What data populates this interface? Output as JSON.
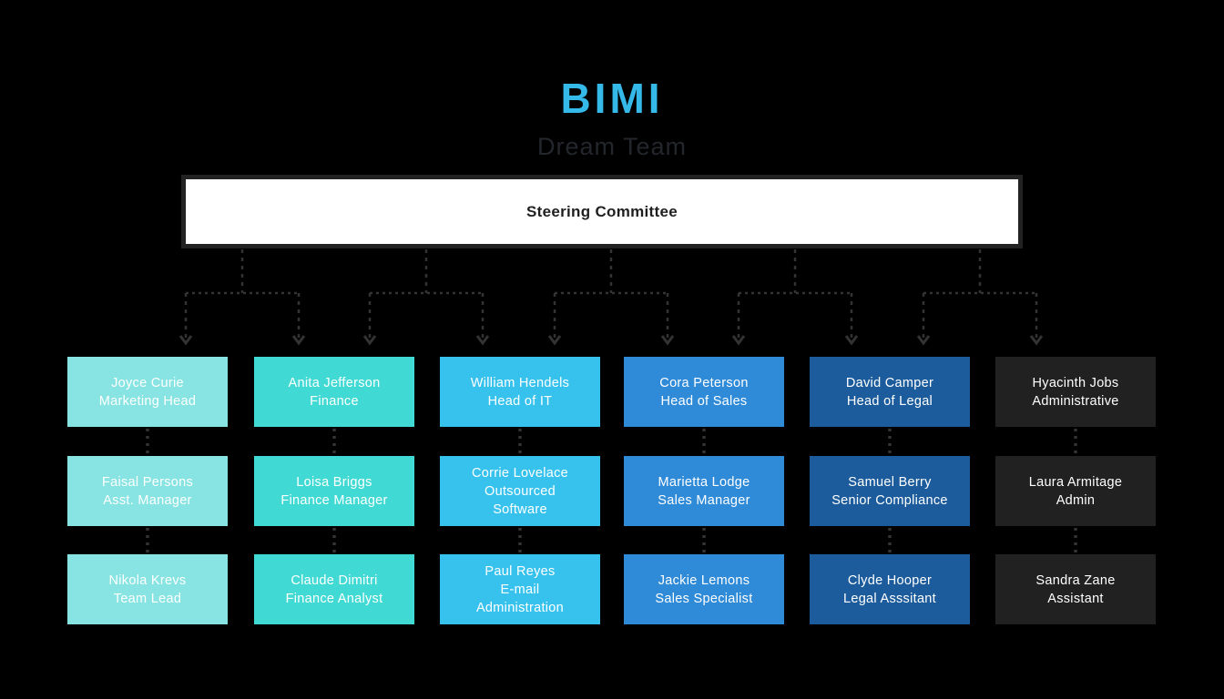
{
  "title": {
    "brand": "BIMI",
    "subtitle": "Dream Team"
  },
  "root": {
    "label": "Steering Committee"
  },
  "colors": {
    "background": "#000000",
    "brand_accent": "#35b9e9",
    "subtitle": "#23262c",
    "root_fill": "#ffffff",
    "root_border": "#222222",
    "root_text": "#1f1f1f",
    "connector": "#333333",
    "member_text": "#ffffff"
  },
  "columns": [
    {
      "department": "marketing",
      "color": "#87e4e2",
      "members": [
        {
          "name": "Joyce Curie",
          "role": "Marketing Head"
        },
        {
          "name": "Faisal Persons",
          "role": "Asst. Manager"
        },
        {
          "name": "Nikola Krevs",
          "role": "Team Lead"
        }
      ]
    },
    {
      "department": "finance",
      "color": "#40d9d4",
      "members": [
        {
          "name": "Anita Jefferson",
          "role": "Finance"
        },
        {
          "name": "Loisa Briggs",
          "role": "Finance Manager"
        },
        {
          "name": "Claude Dimitri",
          "role": "Finance Analyst"
        }
      ]
    },
    {
      "department": "it",
      "color": "#37c2ee",
      "members": [
        {
          "name": "William Hendels",
          "role": "Head of IT"
        },
        {
          "name": "Corrie Lovelace",
          "role": "Outsourced\nSoftware"
        },
        {
          "name": "Paul Reyes",
          "role": "E-mail\nAdministration"
        }
      ]
    },
    {
      "department": "sales",
      "color": "#2f8ad8",
      "members": [
        {
          "name": "Cora Peterson",
          "role": "Head of Sales"
        },
        {
          "name": "Marietta Lodge",
          "role": "Sales Manager"
        },
        {
          "name": "Jackie Lemons",
          "role": "Sales Specialist"
        }
      ]
    },
    {
      "department": "legal",
      "color": "#1c5c9c",
      "members": [
        {
          "name": "David Camper",
          "role": "Head of Legal"
        },
        {
          "name": "Samuel Berry",
          "role": "Senior Compliance"
        },
        {
          "name": "Clyde Hooper",
          "role": "Legal Asssitant"
        }
      ]
    },
    {
      "department": "administrative",
      "color": "#212121",
      "members": [
        {
          "name": "Hyacinth Jobs",
          "role": "Administrative"
        },
        {
          "name": "Laura Armitage",
          "role": "Admin"
        },
        {
          "name": "Sandra Zane",
          "role": "Assistant"
        }
      ]
    }
  ]
}
